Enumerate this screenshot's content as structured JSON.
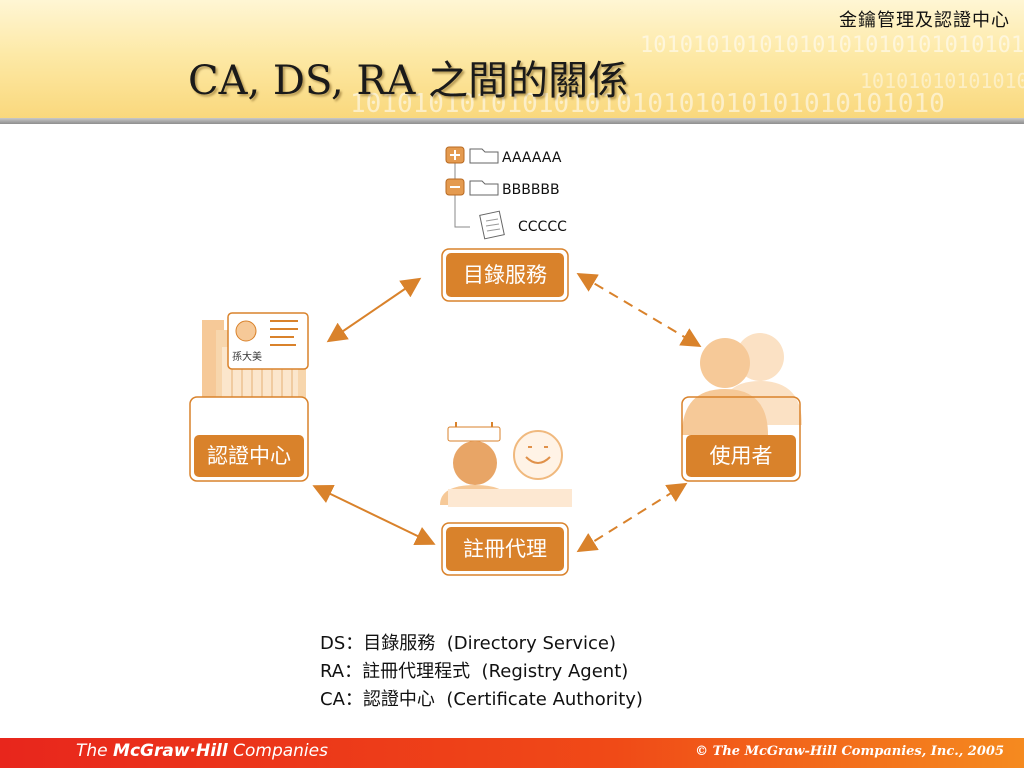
{
  "header": {
    "subtitle": "金鑰管理及認證中心",
    "title": "CA, DS, RA 之間的關係",
    "background_digits": "10101010101010101010101010101010101010"
  },
  "diagram": {
    "tree": {
      "items": [
        "AAAAAA",
        "BBBBBB",
        "CCCCC"
      ]
    },
    "nodes": {
      "ds": "目錄服務",
      "ca": "認證中心",
      "user": "使用者",
      "ra": "註冊代理"
    },
    "card_name": "孫大美"
  },
  "legend": [
    {
      "abbr": "DS",
      "sep": "：",
      "zh": "目錄服務",
      "en": "(Directory Service)"
    },
    {
      "abbr": "RA",
      "sep": "：",
      "zh": "註冊代理程式",
      "en": "(Registry Agent)"
    },
    {
      "abbr": "CA",
      "sep": "：",
      "zh": "認證中心",
      "en": "(Certificate Authority)"
    }
  ],
  "footer": {
    "brand_prefix": "The ",
    "brand_name": "McGraw·Hill",
    "brand_suffix": " Companies",
    "copyright": "© The McGraw-Hill Companies, Inc., 2005"
  },
  "colors": {
    "accent": "#d9822b",
    "accent_light": "#f6c998",
    "footer_red": "#e8261c",
    "header_gold": "#f9d77a"
  }
}
